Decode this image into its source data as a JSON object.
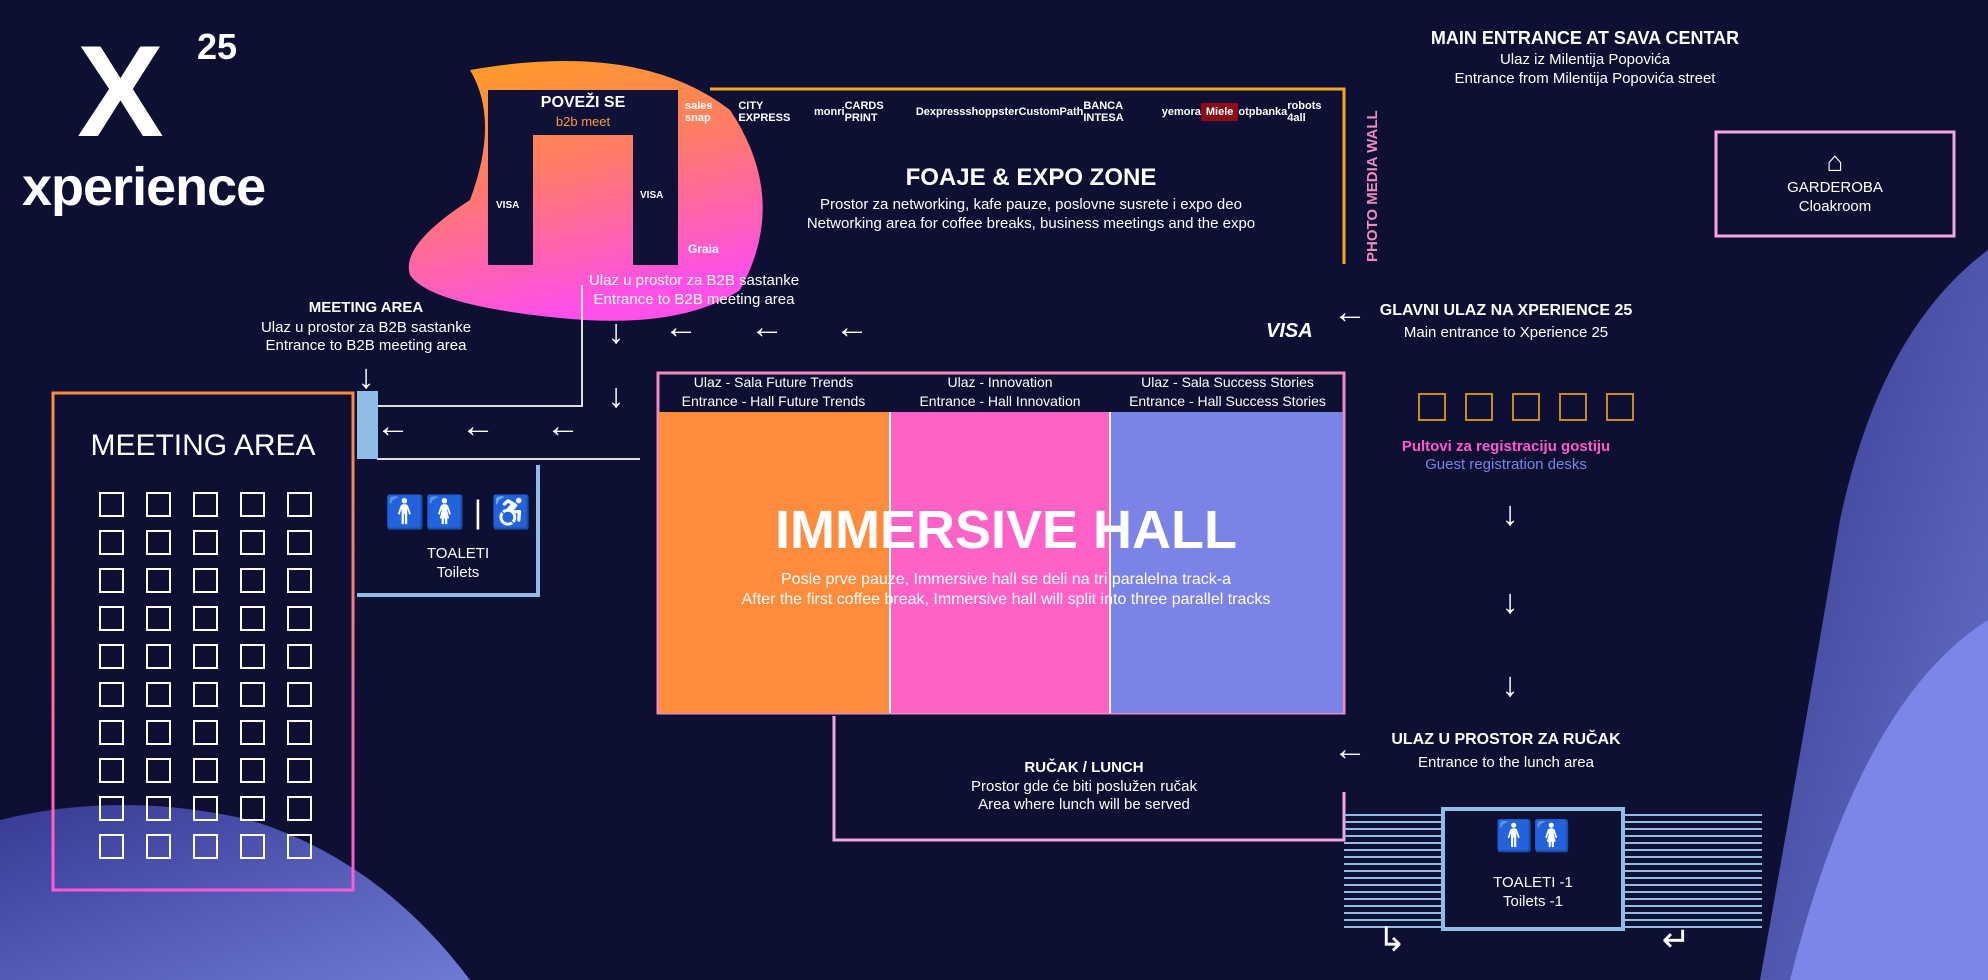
{
  "logo": {
    "mark": "X",
    "superscript": "25",
    "wordmark": "xperience"
  },
  "main_entrance": {
    "title": "MAIN ENTRANCE AT SAVA CENTAR",
    "line1": "Ulaz iz Milentija Popovića",
    "line2": "Entrance from Milentija Popovića street"
  },
  "cloakroom": {
    "title": "GARDEROBA",
    "subtitle": "Cloakroom"
  },
  "photo_wall": "PHOTO MEDIA WALL",
  "sponsors": [
    "sales snap",
    "CITY EXPRESS",
    "monri",
    "CARDS PRINT",
    "Dexpress",
    "shoppster",
    "CustomPath",
    "BANCA INTESA",
    "yemora",
    "Miele",
    "otpbanka",
    "robots 4all"
  ],
  "b2b_arch": {
    "title": "POVEŽI SE",
    "subtitle": "b2b meet",
    "sponsor": "Graia",
    "brand": "VISA"
  },
  "foyer": {
    "title": "FOAJE & EXPO ZONE",
    "line1": "Prostor za networking, kafe pauze, poslovne susrete i expo deo",
    "line2": "Networking area for coffee breaks, business meetings and the expo"
  },
  "b2b_entrance": {
    "line1": "Ulaz u prostor za B2B sastanke",
    "line2": "Entrance to B2B meeting area"
  },
  "meeting_label": {
    "title": "MEETING AREA",
    "line1": "Ulaz u prostor za B2B sastanke",
    "line2": "Entrance to B2B meeting area"
  },
  "meeting_room": {
    "title": "MEETING AREA",
    "rows": 10,
    "cols": 5
  },
  "toilets": {
    "title": "TOALETI",
    "subtitle": "Toilets"
  },
  "hall": {
    "title": "IMMERSIVE HALL",
    "line1": "Posle prve pauze, Immersive hall se deli na tri paralelna track-a",
    "line2": "After the first coffee break, Immersive hall will split into three parallel tracks",
    "tracks": [
      {
        "line1": "Ulaz - Sala Future Trends",
        "line2": "Entrance - Hall Future Trends",
        "color": "#ff8c3c"
      },
      {
        "line1": "Ulaz - Innovation",
        "line2": "Entrance - Hall Innovation",
        "color": "#ff62c6"
      },
      {
        "line1": "Ulaz - Sala Success Stories",
        "line2": "Entrance - Hall Success Stories",
        "color": "#7b84e6"
      }
    ]
  },
  "visa": "VISA",
  "main_entry": {
    "title": "GLAVNI ULAZ NA XPERIENCE 25",
    "subtitle": "Main entrance to Xperience 25"
  },
  "registration": {
    "title": "Pultovi za registraciju gostiju",
    "subtitle": "Guest registration desks",
    "desks": 5
  },
  "lunch": {
    "title": "RUČAK / LUNCH",
    "line1": "Prostor gde će biti poslužen ručak",
    "line2": "Area where lunch will be served"
  },
  "lunch_entry": {
    "title": "ULAZ U PROSTOR ZA RUČAK",
    "subtitle": "Entrance to the lunch area"
  },
  "toilets_lower": {
    "title": "TOALETI -1",
    "subtitle": "Toilets -1"
  }
}
